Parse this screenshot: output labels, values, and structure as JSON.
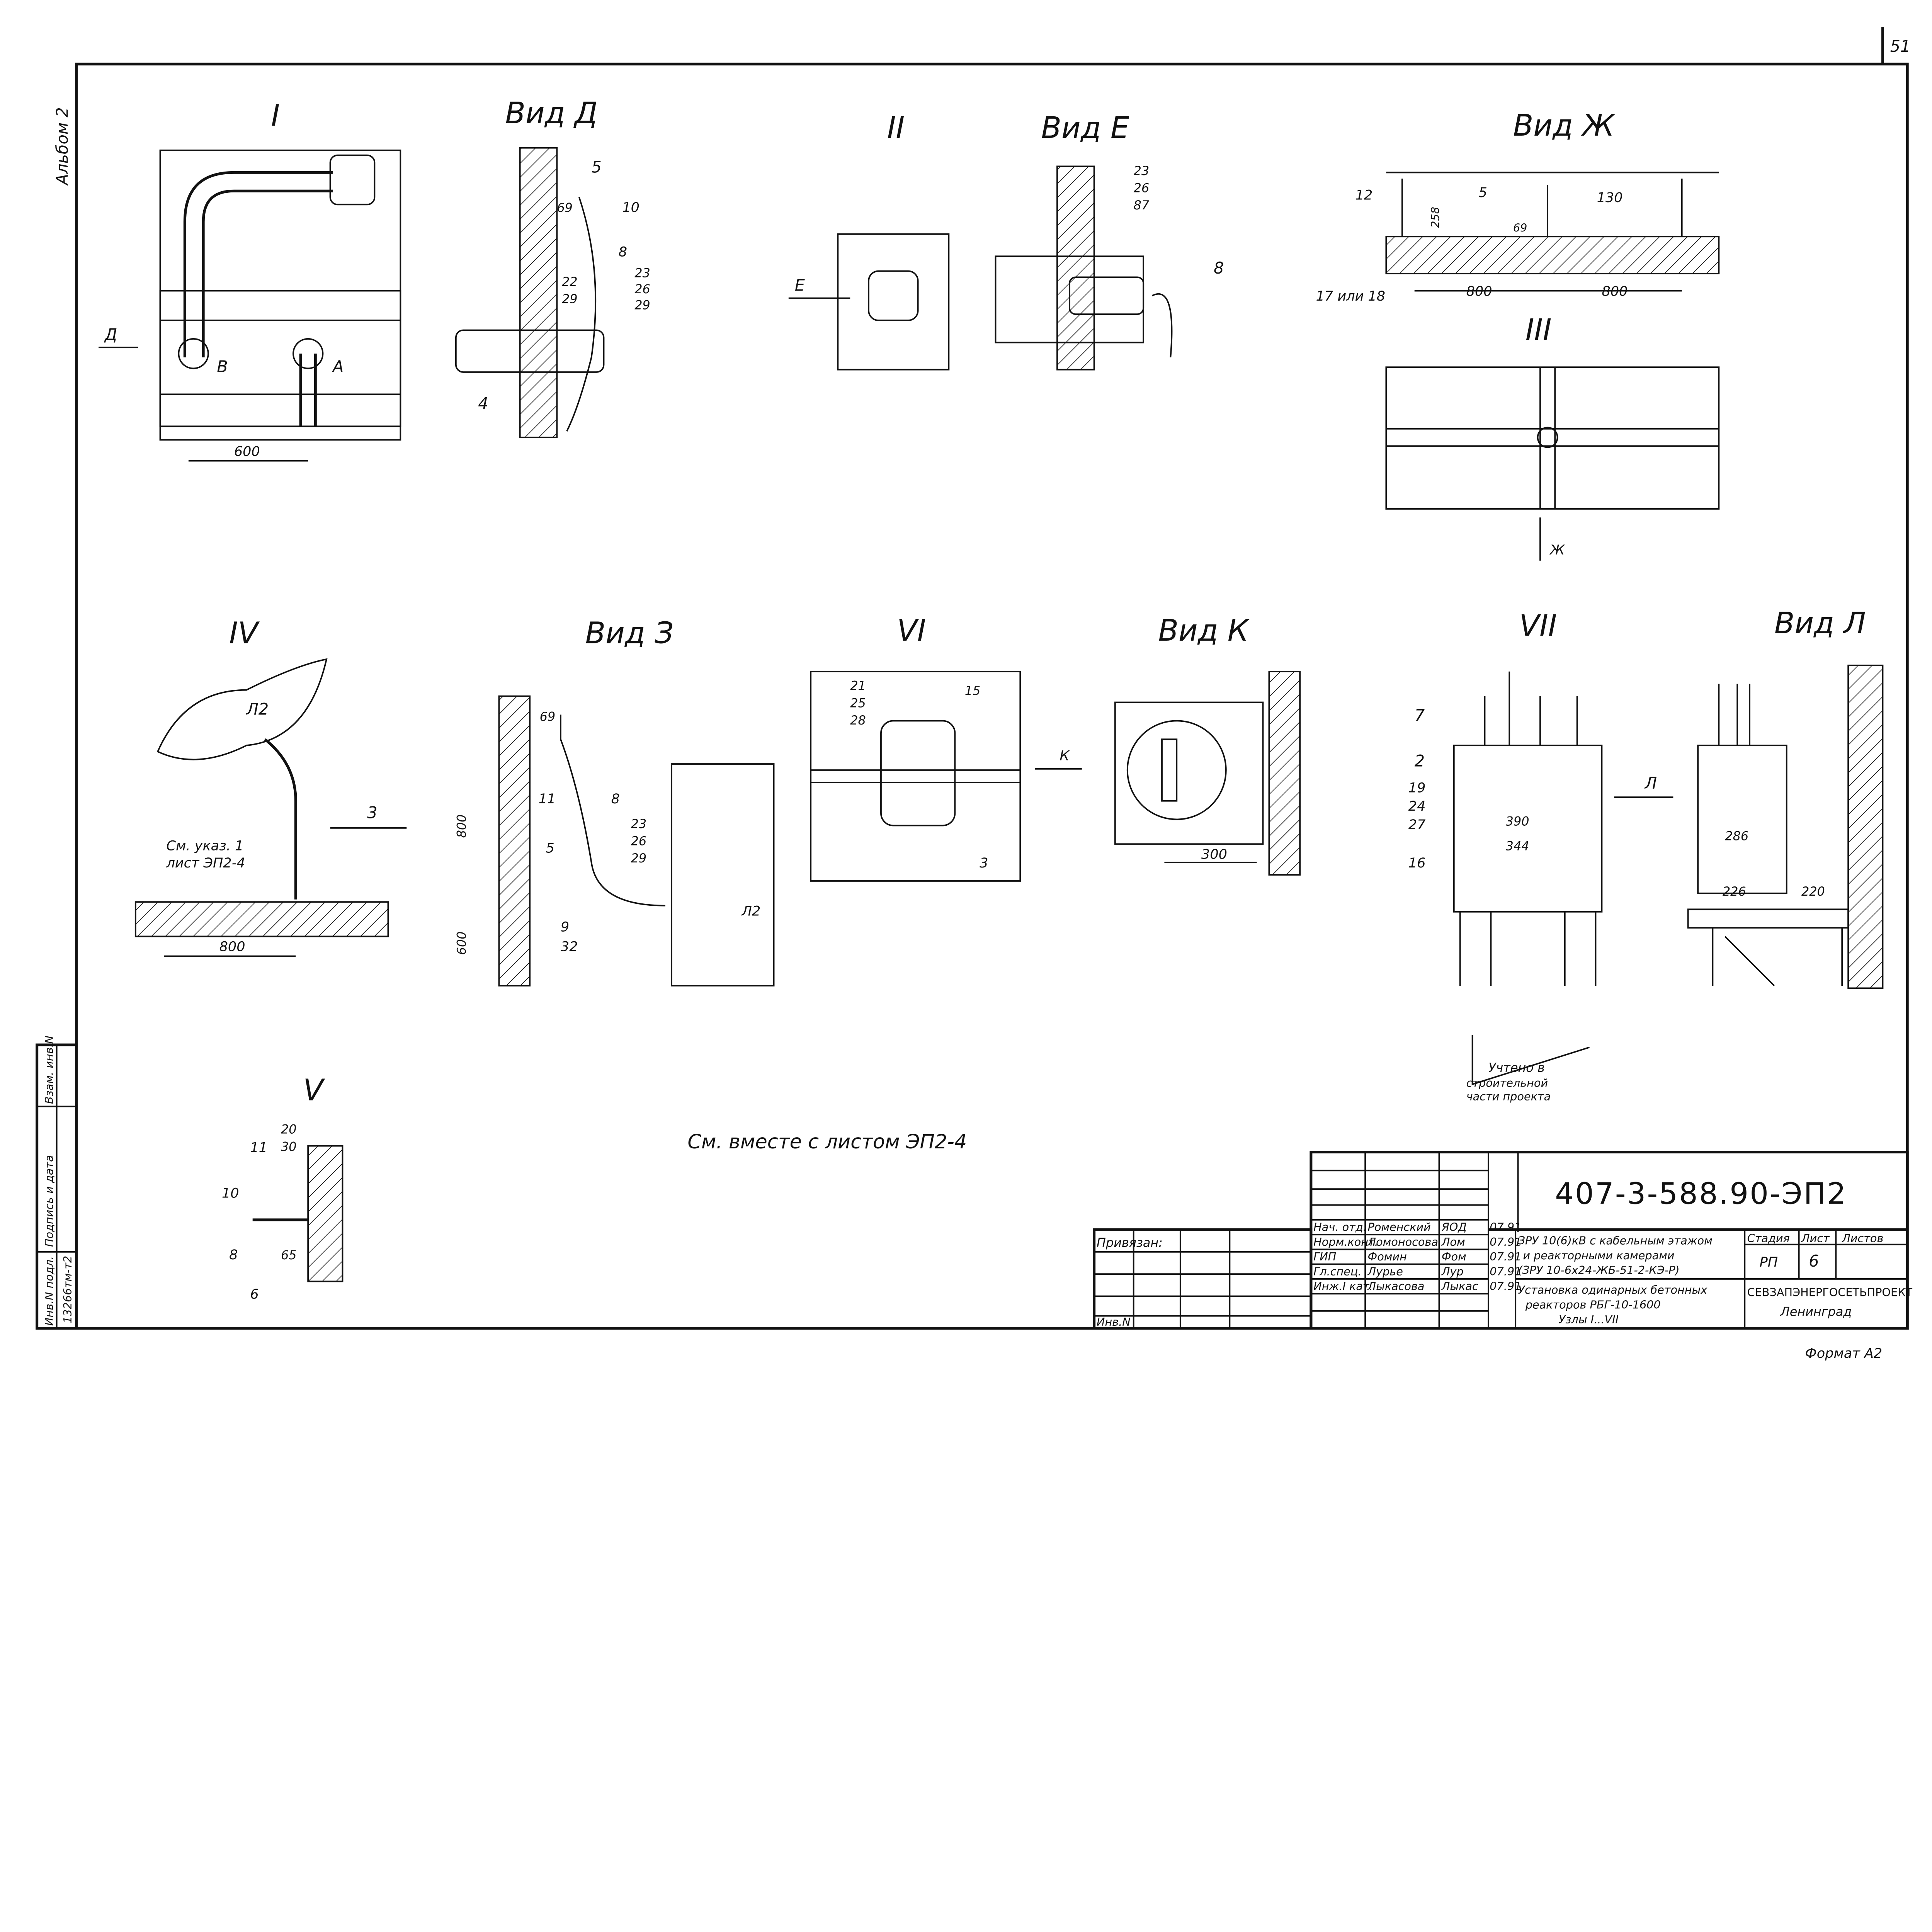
{
  "sheet": {
    "page_number": "51",
    "album": "Альбом 2",
    "format": "Формат А2"
  },
  "views": {
    "v1": "I",
    "vd": "Вид Д",
    "v2": "II",
    "ve": "Вид Е",
    "vzh": "Вид Ж",
    "v3": "III",
    "v4": "IV",
    "vz": "Вид З",
    "v6": "VI",
    "vk": "Вид К",
    "v7": "VII",
    "vl": "Вид Л",
    "v5": "V"
  },
  "note": "См. вместе с листом ЭП2-4",
  "labels": {
    "arrow_d": "Д",
    "b": "В",
    "a": "А",
    "dim600": "600",
    "d_5": "5",
    "d_69": "69",
    "d_10": "10",
    "d_8": "8",
    "d_22": "22",
    "d_29": "29",
    "d_23": "23",
    "d_26": "26",
    "d_29b": "29",
    "d_4": "4",
    "arrow_e": "Е",
    "e_23": "23",
    "e_26": "26",
    "e_87": "87",
    "e_8": "8",
    "zh_12": "12",
    "zh_5": "5",
    "zh_130": "130",
    "zh_258": "258",
    "zh_69": "69",
    "zh_17": "17 или 18",
    "zh_800a": "800",
    "zh_800b": "800",
    "arrow_zh": "Ж",
    "iv_l2": "Л2",
    "iv_note1": "См. указ. 1",
    "iv_note2": "лист ЭП2-4",
    "iv_800": "800",
    "arrow_3": "3",
    "z_69": "69",
    "z_11": "11",
    "z_8": "8",
    "z_5": "5",
    "z_23": "23",
    "z_26": "26",
    "z_29": "29",
    "z_9": "9",
    "z_32": "32",
    "z_l2": "Л2",
    "z_800": "800",
    "z_600": "600",
    "vi_21": "21",
    "vi_25": "25",
    "vi_28": "28",
    "vi_15": "15",
    "vi_3": "3",
    "arrow_k": "К",
    "k_300": "300",
    "vii_7": "7",
    "vii_2": "2",
    "vii_19": "19",
    "vii_24": "24",
    "vii_27": "27",
    "vii_16": "16",
    "vii_390": "390",
    "vii_344": "344",
    "arrow_l": "Л",
    "vii_note1": "Учтено в",
    "vii_note2": "строительной",
    "vii_note3": "части проекта",
    "l_286": "286",
    "l_226": "226",
    "l_220": "220",
    "v_20": "20",
    "v_30": "30",
    "v_11": "11",
    "v_10": "10",
    "v_8": "8",
    "v_6": "6",
    "v_65": "65"
  },
  "side_stamp": {
    "inv_podl": "Инв.N подл.",
    "podpis": "Подпись и дата",
    "vzam": "Взам. инв.N",
    "inv_value": "13266тм-т2"
  },
  "title_block": {
    "code": "407-3-588.90-ЭП2",
    "privyazan": "Привязан:",
    "inv": "Инв.N",
    "rows": [
      {
        "role": "Нач. отд.",
        "name": "Роменский",
        "sign": "ЯОД",
        "date": "07.91"
      },
      {
        "role": "Норм.конт.",
        "name": "Ломоносова",
        "sign": "Лом",
        "date": "07.91"
      },
      {
        "role": "ГИП",
        "name": "Фомин",
        "sign": "Фом",
        "date": "07.91"
      },
      {
        "role": "Гл.спец.",
        "name": "Лурье",
        "sign": "Лур",
        "date": "07.91"
      },
      {
        "role": "Инж.I кат.",
        "name": "Лыкасова",
        "sign": "Лыкас",
        "date": "07.91"
      }
    ],
    "desc1": "ЗРУ 10(6)кВ с кабельным этажом",
    "desc2": "и реакторными камерами",
    "desc3": "(ЗРУ 10-6х24-ЖБ-51-2-КЭ-Р)",
    "title1": "Установка одинарных бетонных",
    "title2": "реакторов РБГ-10-1600",
    "title3": "Узлы I...VII",
    "stage_h": "Стадия",
    "sheet_h": "Лист",
    "sheets_h": "Листов",
    "stage": "РП",
    "sheet_no": "6",
    "org": "СЕВЗАПЭНЕРГОСЕТЬПРОЕКТ",
    "city": "Ленинград"
  }
}
